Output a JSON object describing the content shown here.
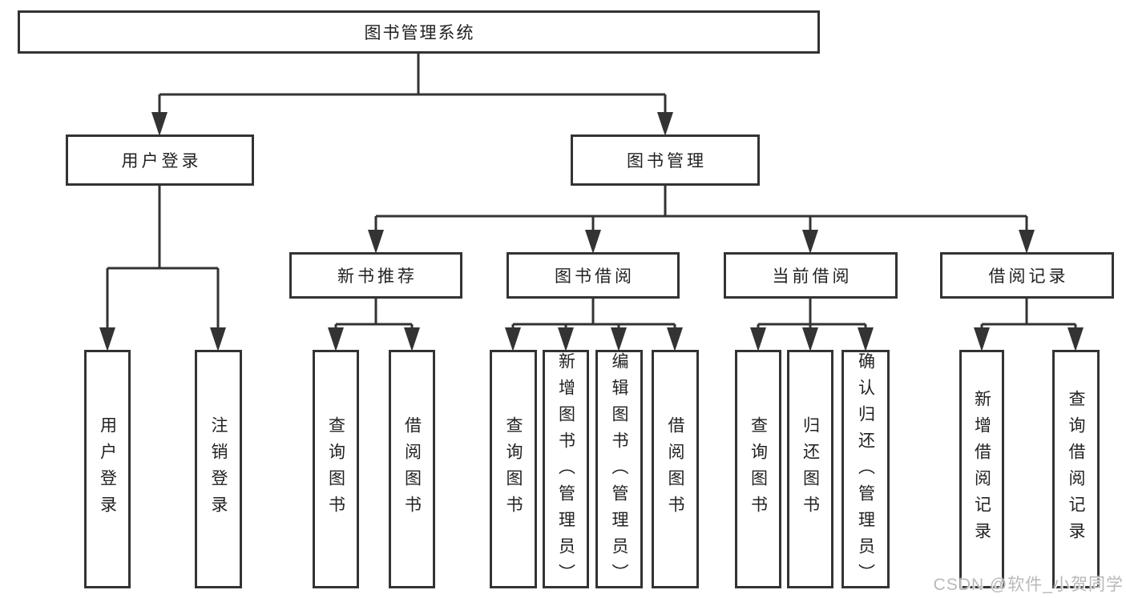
{
  "diagram_title": "图书管理系统",
  "tree": {
    "root": {
      "label": "图书管理系统",
      "children": [
        {
          "label": "用户登录",
          "children": [
            {
              "label": "用户登录"
            },
            {
              "label": "注销登录"
            }
          ]
        },
        {
          "label": "图书管理",
          "children": [
            {
              "label": "新书推荐",
              "children": [
                {
                  "label": "查询图书"
                },
                {
                  "label": "借阅图书"
                }
              ]
            },
            {
              "label": "图书借阅",
              "children": [
                {
                  "label": "查询图书"
                },
                {
                  "label": "新增图书（管理员）"
                },
                {
                  "label": "编辑图书（管理员）"
                },
                {
                  "label": "借阅图书"
                }
              ]
            },
            {
              "label": "当前借阅",
              "children": [
                {
                  "label": "查询图书"
                },
                {
                  "label": "归还图书"
                },
                {
                  "label": "确认归还（管理员）"
                }
              ]
            },
            {
              "label": "借阅记录",
              "children": [
                {
                  "label": "新增借阅记录"
                },
                {
                  "label": "查询借阅记录"
                }
              ]
            }
          ]
        }
      ]
    }
  },
  "watermark": {
    "text": "CSDN @软件_小贺同学"
  },
  "colors": {
    "line": "#333333",
    "box_border": "#333333",
    "text": "#222222",
    "watermark_text": "#b9b9b9",
    "background": "#ffffff"
  }
}
